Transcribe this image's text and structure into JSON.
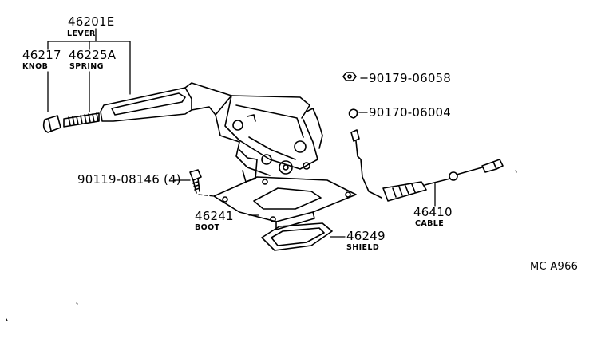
{
  "parts": [
    {
      "id": "lever",
      "number": "46201E",
      "name": "LEVER"
    },
    {
      "id": "knob",
      "number": "46217",
      "name": "KNOB"
    },
    {
      "id": "spring",
      "number": "46225A",
      "name": "SPRING"
    },
    {
      "id": "nut",
      "number": "90179-06058"
    },
    {
      "id": "clip",
      "number": "90170-06004"
    },
    {
      "id": "bolt",
      "number": "90119-08146 (4)"
    },
    {
      "id": "boot",
      "number": "46241",
      "name": "BOOT"
    },
    {
      "id": "cable",
      "number": "46410",
      "name": "CABLE"
    },
    {
      "id": "shield",
      "number": "46249",
      "name": "SHIELD"
    }
  ],
  "figure_code": "MC A966"
}
